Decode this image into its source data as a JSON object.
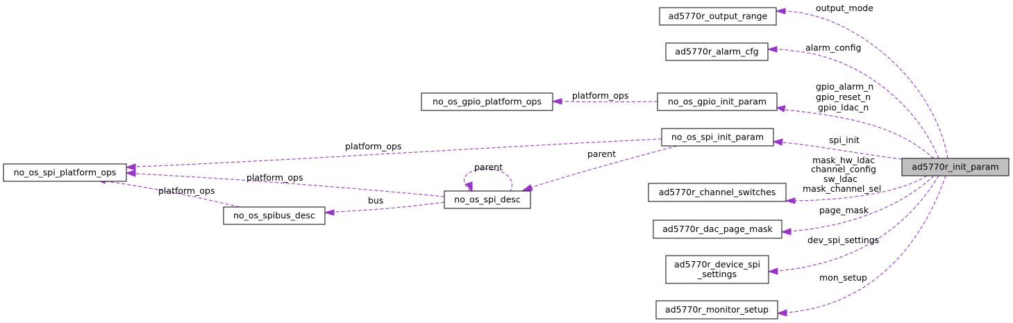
{
  "nodes": [
    {
      "id": "root",
      "lines": [
        "ad5770r_init_param"
      ],
      "root": true
    },
    {
      "id": "output_range",
      "lines": [
        "ad5770r_output_range"
      ]
    },
    {
      "id": "alarm_cfg",
      "lines": [
        "ad5770r_alarm_cfg"
      ]
    },
    {
      "id": "gpio_init",
      "lines": [
        "no_os_gpio_init_param"
      ]
    },
    {
      "id": "gpio_ops",
      "lines": [
        "no_os_gpio_platform_ops"
      ]
    },
    {
      "id": "spi_init",
      "lines": [
        "no_os_spi_init_param"
      ]
    },
    {
      "id": "spi_ops",
      "lines": [
        "no_os_spi_platform_ops"
      ]
    },
    {
      "id": "spi_desc",
      "lines": [
        "no_os_spi_desc"
      ]
    },
    {
      "id": "spibus",
      "lines": [
        "no_os_spibus_desc"
      ]
    },
    {
      "id": "ch_switches",
      "lines": [
        "ad5770r_channel_switches"
      ]
    },
    {
      "id": "dac_page",
      "lines": [
        "ad5770r_dac_page_mask"
      ]
    },
    {
      "id": "dev_spi",
      "lines": [
        "ad5770r_device_spi",
        "_settings"
      ]
    },
    {
      "id": "monitor",
      "lines": [
        "ad5770r_monitor_setup"
      ]
    }
  ],
  "edges": [
    {
      "id": "output_mode",
      "from": "root",
      "to": "output_range",
      "labels": [
        "output_mode"
      ]
    },
    {
      "id": "alarm_config",
      "from": "root",
      "to": "alarm_cfg",
      "labels": [
        "alarm_config"
      ]
    },
    {
      "id": "gpio",
      "from": "root",
      "to": "gpio_init",
      "labels": [
        "gpio_alarm_n",
        "gpio_reset_n",
        "gpio_ldac_n"
      ]
    },
    {
      "id": "spi_init",
      "from": "root",
      "to": "spi_init",
      "labels": [
        "spi_init"
      ]
    },
    {
      "id": "channel",
      "from": "root",
      "to": "ch_switches",
      "labels": [
        "mask_hw_ldac",
        "channel_config",
        "sw_ldac",
        "mask_channel_sel"
      ]
    },
    {
      "id": "page_mask",
      "from": "root",
      "to": "dac_page",
      "labels": [
        "page_mask"
      ]
    },
    {
      "id": "dev_spi_settings",
      "from": "root",
      "to": "dev_spi",
      "labels": [
        "dev_spi_settings"
      ]
    },
    {
      "id": "mon_setup",
      "from": "root",
      "to": "monitor",
      "labels": [
        "mon_setup"
      ]
    },
    {
      "id": "gpio_platform_ops",
      "from": "gpio_init",
      "to": "gpio_ops",
      "labels": [
        "platform_ops"
      ]
    },
    {
      "id": "spi_init_platform_ops",
      "from": "spi_init",
      "to": "spi_ops",
      "labels": [
        "platform_ops"
      ]
    },
    {
      "id": "spi_init_parent",
      "from": "spi_init",
      "to": "spi_desc",
      "labels": [
        "parent"
      ]
    },
    {
      "id": "desc_platform_ops",
      "from": "spi_desc",
      "to": "spi_ops",
      "labels": [
        "platform_ops"
      ]
    },
    {
      "id": "desc_parent",
      "from": "spi_desc",
      "to": "spi_desc",
      "labels": [
        "parent"
      ]
    },
    {
      "id": "desc_bus",
      "from": "spi_desc",
      "to": "spibus",
      "labels": [
        "bus"
      ]
    },
    {
      "id": "bus_platform_ops",
      "from": "spibus",
      "to": "spi_ops",
      "labels": [
        "platform_ops"
      ]
    }
  ],
  "colors": {
    "edge": "#9a32cd",
    "root_fill": "#bfbfbf",
    "node_border": "#000000"
  }
}
